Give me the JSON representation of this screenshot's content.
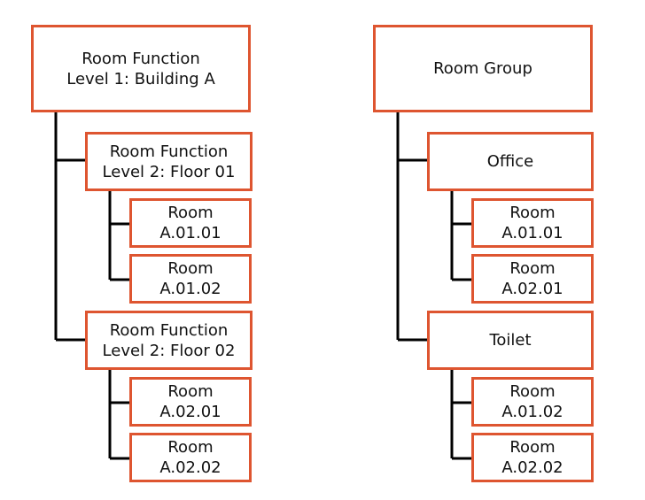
{
  "diagram": {
    "colors": {
      "box_border": "#de5530",
      "connector": "#000000"
    },
    "left_tree": {
      "root": {
        "line1": "Room Function",
        "line2": "Level 1: Building A"
      },
      "floor01": {
        "line1": "Room Function",
        "line2": "Level 2: Floor 01",
        "rooms": [
          {
            "line1": "Room",
            "line2": "A.01.01"
          },
          {
            "line1": "Room",
            "line2": "A.01.02"
          }
        ]
      },
      "floor02": {
        "line1": "Room Function",
        "line2": "Level 2: Floor 02",
        "rooms": [
          {
            "line1": "Room",
            "line2": "A.02.01"
          },
          {
            "line1": "Room",
            "line2": "A.02.02"
          }
        ]
      }
    },
    "right_tree": {
      "root": {
        "label": "Room Group"
      },
      "office": {
        "label": "Office",
        "rooms": [
          {
            "line1": "Room",
            "line2": "A.01.01"
          },
          {
            "line1": "Room",
            "line2": "A.02.01"
          }
        ]
      },
      "toilet": {
        "label": "Toilet",
        "rooms": [
          {
            "line1": "Room",
            "line2": "A.01.02"
          },
          {
            "line1": "Room",
            "line2": "A.02.02"
          }
        ]
      }
    }
  }
}
